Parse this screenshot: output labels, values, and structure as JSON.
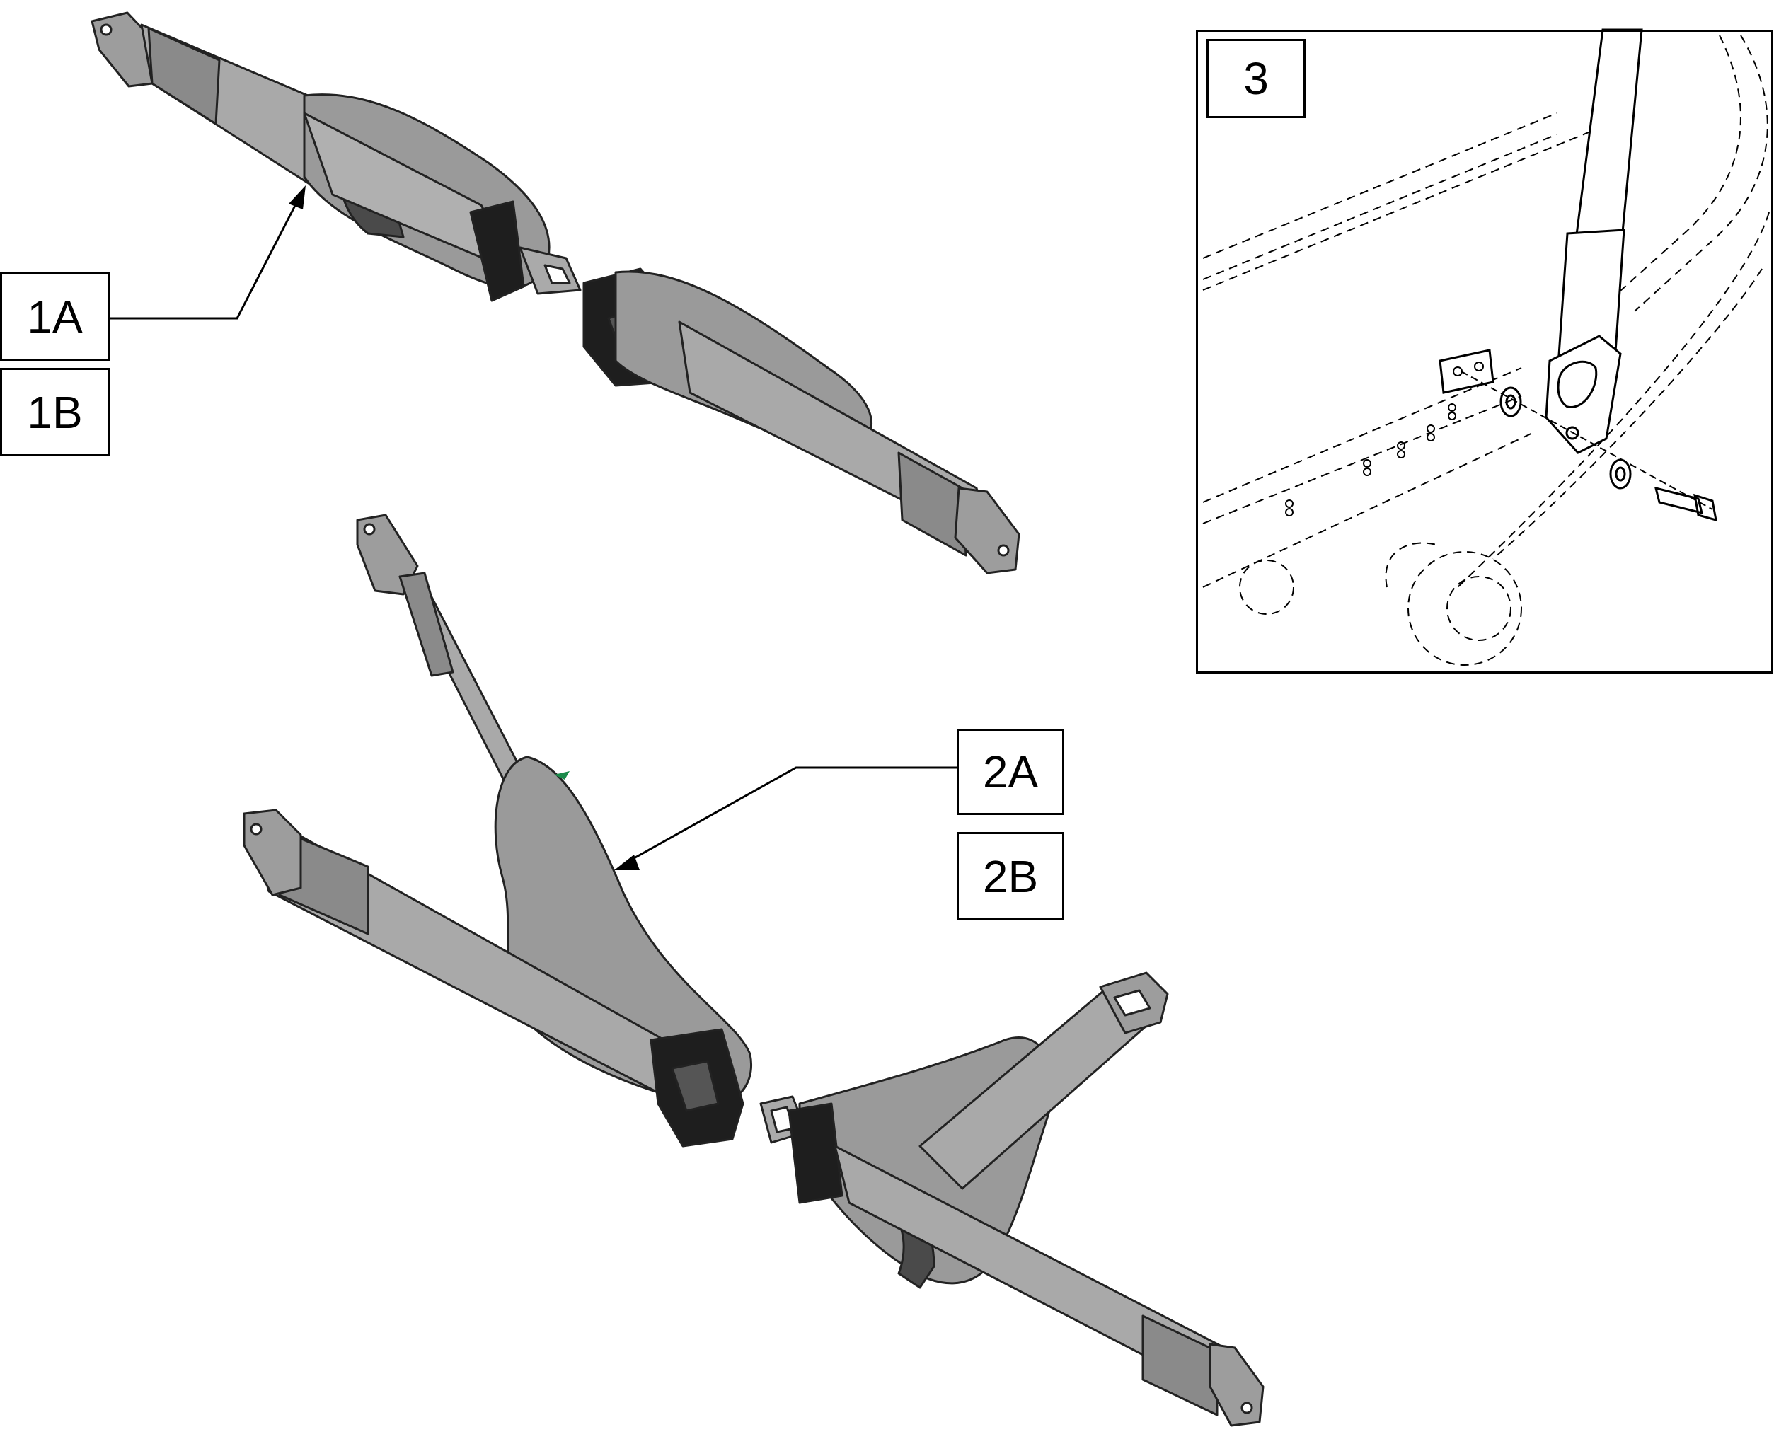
{
  "callouts": {
    "c1a": "1A",
    "c1b": "1B",
    "c2a": "2A",
    "c2b": "2B",
    "c3": "3"
  },
  "colors": {
    "belt": "#a7a7a7",
    "belt_dark": "#8f8f8f",
    "pad": "#9a9a9a",
    "buckle": "#1e1e1e",
    "line": "#000000",
    "accent": "#1a8a4a"
  }
}
